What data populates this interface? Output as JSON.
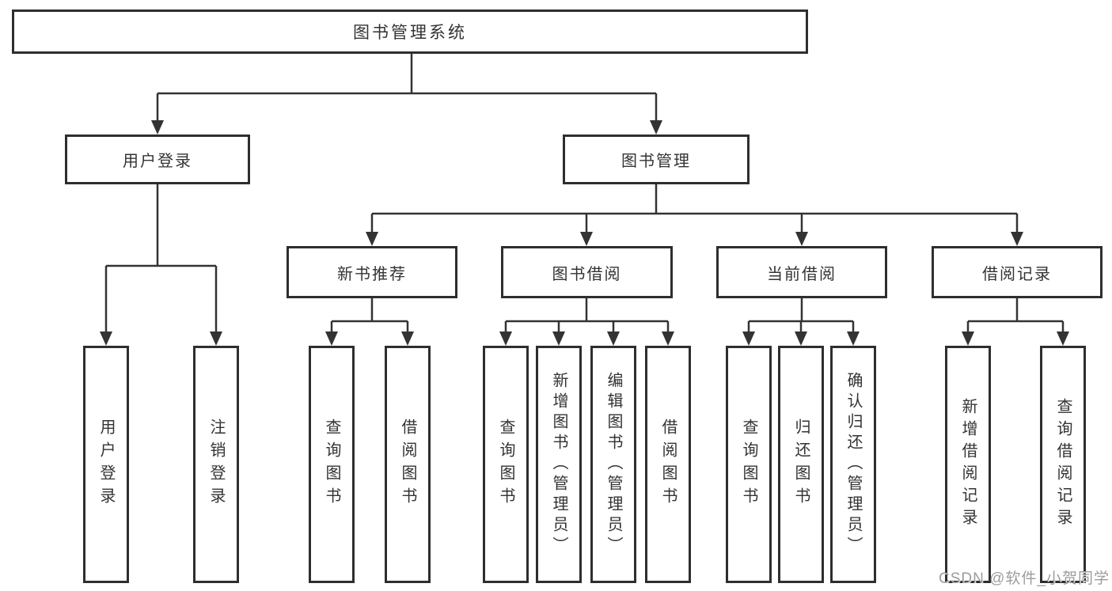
{
  "tree": {
    "root": {
      "label": "图书管理系统"
    },
    "branches": [
      {
        "label": "用户登录",
        "children": [
          {
            "label": "用户登录"
          },
          {
            "label": "注销登录"
          }
        ]
      },
      {
        "label": "图书管理",
        "children": [
          {
            "label": "新书推荐",
            "children": [
              {
                "label": "查询图书"
              },
              {
                "label": "借阅图书"
              }
            ]
          },
          {
            "label": "图书借阅",
            "children": [
              {
                "label": "查询图书"
              },
              {
                "label": "新增图书（管理员）"
              },
              {
                "label": "编辑图书（管理员）"
              },
              {
                "label": "借阅图书"
              }
            ]
          },
          {
            "label": "当前借阅",
            "children": [
              {
                "label": "查询图书"
              },
              {
                "label": "归还图书"
              },
              {
                "label": "确认归还（管理员）"
              }
            ]
          },
          {
            "label": "借阅记录",
            "children": [
              {
                "label": "新增借阅记录"
              },
              {
                "label": "查询借阅记录"
              }
            ]
          }
        ]
      }
    ]
  },
  "watermark": {
    "text": "CSDN @软件_小贺同学"
  },
  "colors": {
    "line": "#333333",
    "box_border": "#2e2e2e",
    "text": "#333333",
    "watermark": "#9c9c9c",
    "background": "#ffffff"
  }
}
